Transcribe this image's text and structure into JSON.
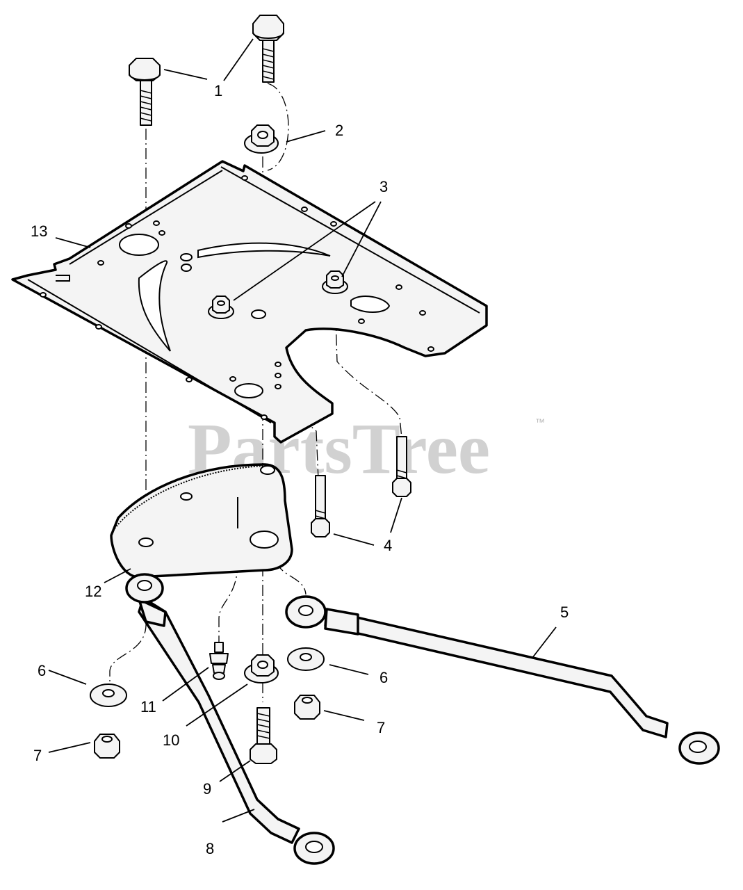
{
  "watermark": {
    "text": "PartsTree",
    "tm": "™"
  },
  "callouts": {
    "c1": "1",
    "c2": "2",
    "c3": "3",
    "c4": "4",
    "c5": "5",
    "c6a": "6",
    "c6b": "6",
    "c7a": "7",
    "c7b": "7",
    "c8": "8",
    "c9": "9",
    "c10": "10",
    "c11": "11",
    "c12": "12",
    "c13": "13"
  }
}
